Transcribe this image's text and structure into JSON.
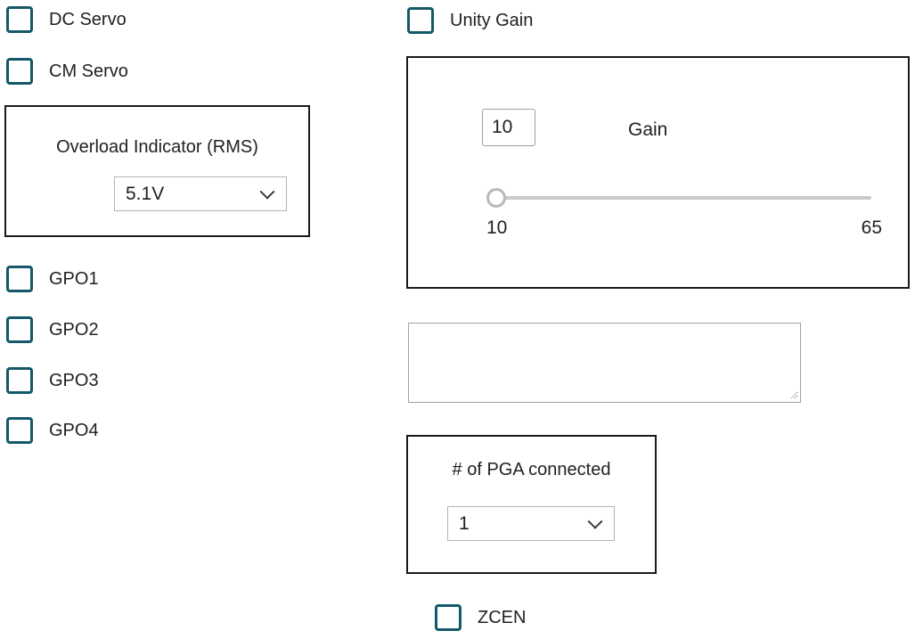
{
  "colors": {
    "checkbox_accent": "#14586a",
    "text": "#202124",
    "group_border": "#1a1a1a",
    "field_border": "#b4b4b4",
    "slider_track": "#c9c9c9",
    "slider_handle_border": "#b9b9b9"
  },
  "left_panel": {
    "servo_checkboxes": [
      {
        "label": "DC Servo",
        "checked": false
      },
      {
        "label": "CM Servo",
        "checked": false
      }
    ],
    "overload_group": {
      "title": "Overload Indicator (RMS)",
      "selected_value": "5.1V"
    },
    "gpo_checkboxes": [
      {
        "label": "GPO1",
        "checked": false
      },
      {
        "label": "GPO2",
        "checked": false
      },
      {
        "label": "GPO3",
        "checked": false
      },
      {
        "label": "GPO4",
        "checked": false
      }
    ]
  },
  "right_panel": {
    "unity_gain_checkbox": {
      "label": "Unity Gain",
      "checked": false
    },
    "gain_group": {
      "gain_value": "10",
      "gain_label": "Gain",
      "slider": {
        "min": 10,
        "max": 65,
        "value": 10,
        "min_label": "10",
        "max_label": "65"
      }
    },
    "notes_textarea": {
      "value": "",
      "placeholder": ""
    },
    "pga_group": {
      "title": "# of PGA connected",
      "selected_value": "1"
    },
    "zcen_checkbox": {
      "label": "ZCEN",
      "checked": false
    }
  }
}
